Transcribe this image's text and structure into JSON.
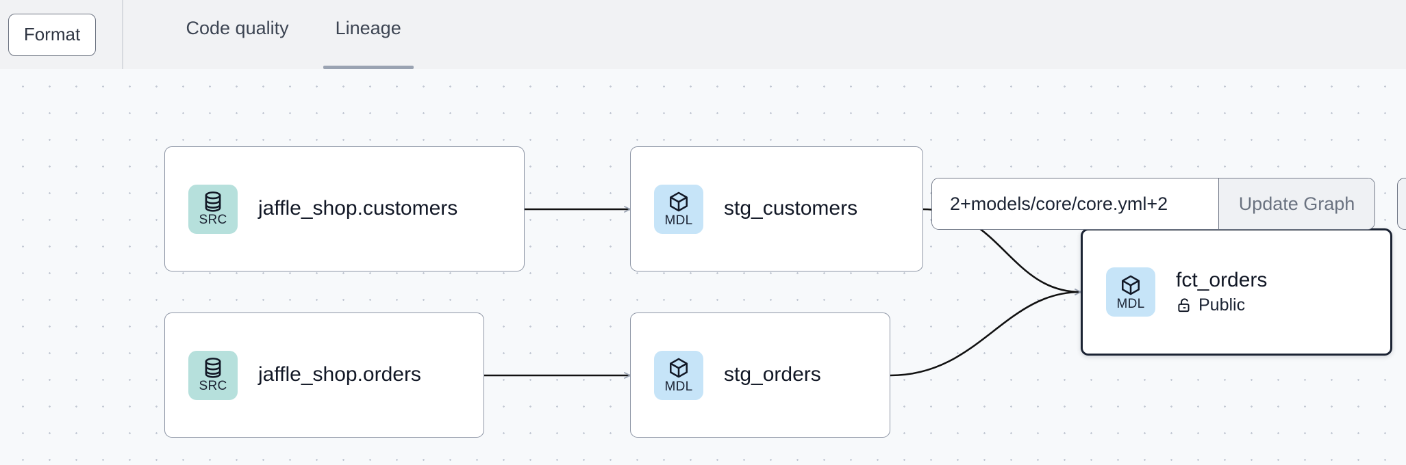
{
  "header": {
    "format_button": "Format",
    "tabs": [
      {
        "label": "Code quality",
        "active": false
      },
      {
        "label": "Lineage",
        "active": true
      }
    ]
  },
  "toolbar": {
    "selector_value": "2+models/core/core.yml+2",
    "selector_placeholder": "2+models/core/core.yml+2",
    "update_graph_label": "Update Graph"
  },
  "graph": {
    "nodes": [
      {
        "id": "src_customers",
        "badge_type": "SRC",
        "badge_icon": "database-icon",
        "title": "jaffle_shop.customers",
        "subtitle": null,
        "selected": false
      },
      {
        "id": "stg_customers",
        "badge_type": "MDL",
        "badge_icon": "cube-icon",
        "title": "stg_customers",
        "subtitle": null,
        "selected": false
      },
      {
        "id": "src_orders",
        "badge_type": "SRC",
        "badge_icon": "database-icon",
        "title": "jaffle_shop.orders",
        "subtitle": null,
        "selected": false
      },
      {
        "id": "stg_orders",
        "badge_type": "MDL",
        "badge_icon": "cube-icon",
        "title": "stg_orders",
        "subtitle": null,
        "selected": false
      },
      {
        "id": "fct_orders",
        "badge_type": "MDL",
        "badge_icon": "cube-icon",
        "title": "fct_orders",
        "subtitle": "Public",
        "subtitle_icon": "unlock-icon",
        "selected": true
      }
    ],
    "edges": [
      {
        "from": "src_customers",
        "to": "stg_customers"
      },
      {
        "from": "src_orders",
        "to": "stg_orders"
      },
      {
        "from": "stg_customers",
        "to": "fct_orders"
      },
      {
        "from": "stg_orders",
        "to": "fct_orders"
      }
    ]
  },
  "colors": {
    "canvas_bg": "#f7f9fb",
    "header_bg": "#f1f2f4",
    "src_badge": "#b6e0dc",
    "mdl_badge": "#c6e4f8",
    "node_border": "#8b93a3",
    "selected_border": "#1b2333",
    "tab_underline": "#9aa3b2",
    "edge_stroke": "#000000",
    "dot_grid": "#c3c9d4"
  }
}
